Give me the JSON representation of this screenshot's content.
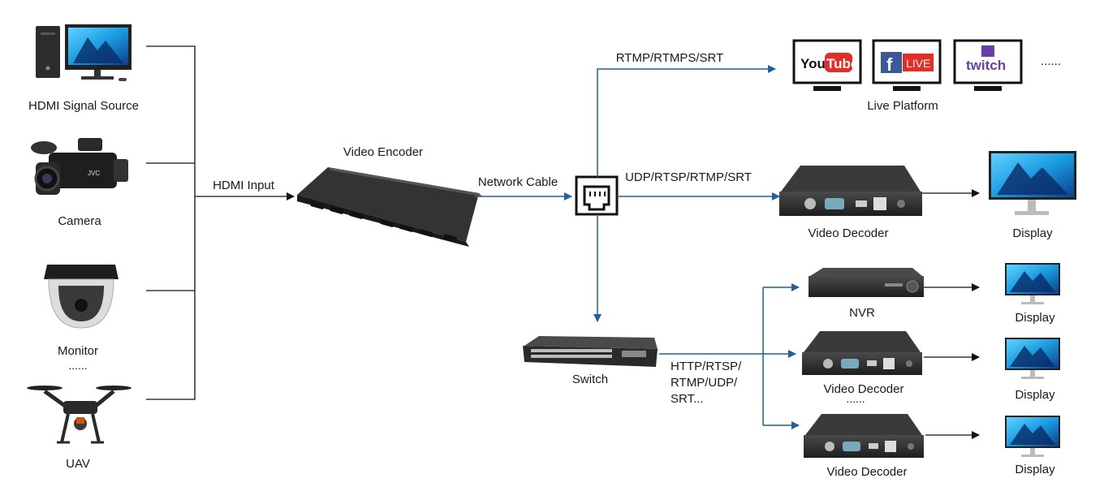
{
  "sources": {
    "hdmi_source": "HDMI Signal Source",
    "camera": "Camera",
    "monitor": "Monitor",
    "monitor_more": "......",
    "uav": "UAV"
  },
  "links": {
    "hdmi_input": "HDMI Input",
    "network_cable": "Network Cable",
    "rtmp": "RTMP/RTMPS/SRT",
    "udp": "UDP/RTSP/RTMP/SRT",
    "http_line1": "HTTP/RTSP/",
    "http_line2": "RTMP/UDP/",
    "http_line3": "SRT..."
  },
  "devices": {
    "encoder": "Video Encoder",
    "switch": "Switch",
    "decoder_main": "Video Decoder",
    "nvr": "NVR",
    "decoder_2": "Video Decoder",
    "decoder_more": "......",
    "decoder_3": "Video Decoder"
  },
  "platforms": {
    "label": "Live Platform",
    "youtube_you": "You",
    "youtube_tube": "Tube",
    "facebook_f": "f",
    "facebook_live": "LIVE",
    "twitch": "twitch",
    "more": "......"
  },
  "displays": {
    "main": "Display",
    "d1": "Display",
    "d2": "Display",
    "d3": "Display"
  },
  "colors": {
    "arrow_blue": "#1f5fa8",
    "line_black": "#111111",
    "device_dark": "#2b2b2b",
    "screen_blue": "#1a9be0"
  }
}
